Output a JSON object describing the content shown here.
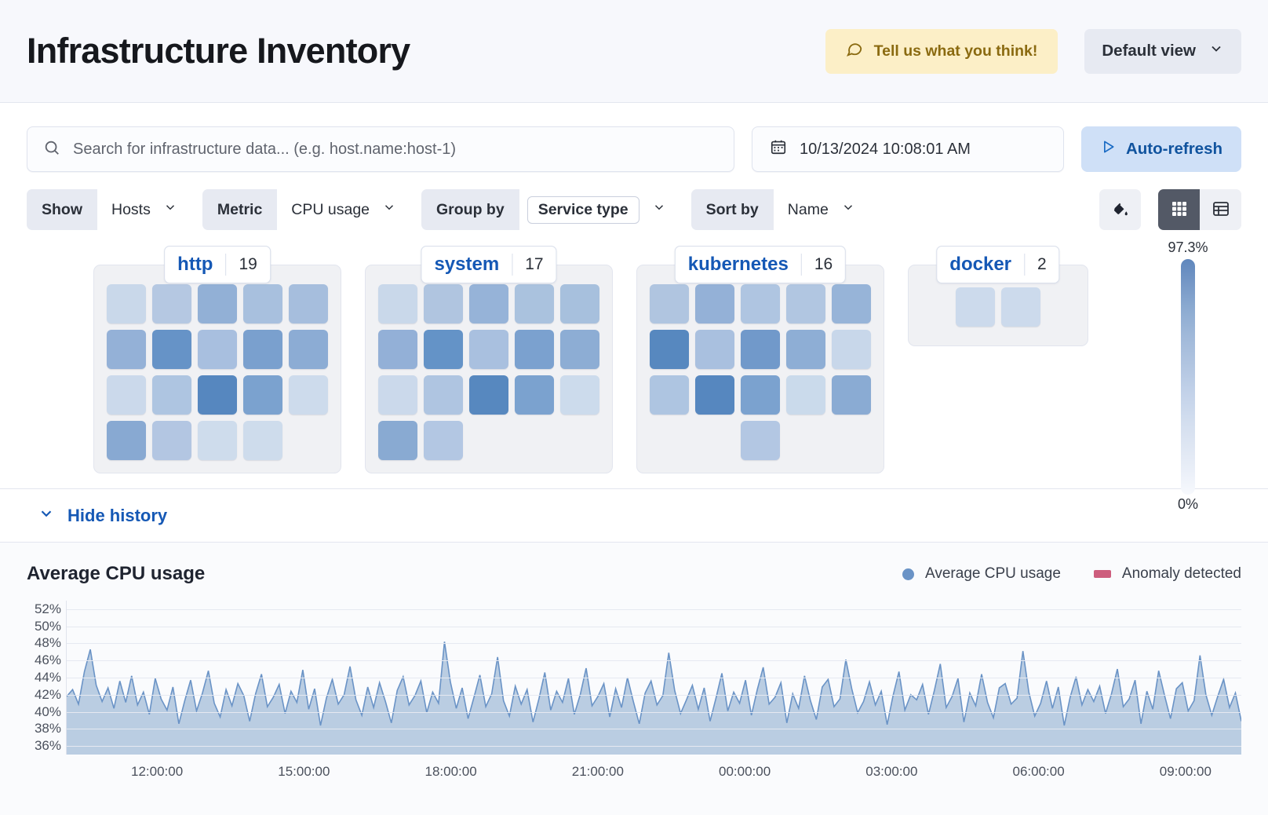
{
  "header": {
    "title": "Infrastructure Inventory",
    "feedback_label": "Tell us what you think!",
    "feedback_icon": "comment-icon",
    "view_label": "Default view",
    "view_icon": "chevron-down-icon",
    "feedback_bg": "#fcefc7",
    "feedback_fg": "#8a6a10"
  },
  "search": {
    "placeholder": "Search for infrastructure data... (e.g. host.name:host-1)",
    "value": "",
    "icon": "search-icon"
  },
  "datepicker": {
    "value": "10/13/2024 10:08:01 AM",
    "icon": "calendar-icon"
  },
  "refresh": {
    "label": "Auto-refresh",
    "icon": "play-icon",
    "bg": "#cfe0f7",
    "fg": "#10539e"
  },
  "filters": [
    {
      "label": "Show",
      "value": "Hosts",
      "boxed": false,
      "icon": "chevron-down-icon"
    },
    {
      "label": "Metric",
      "value": "CPU usage",
      "boxed": false,
      "icon": "chevron-down-icon"
    },
    {
      "label": "Group by",
      "value": "Service type",
      "boxed": true,
      "icon": "chevron-down-icon"
    },
    {
      "label": "Sort by",
      "value": "Name",
      "boxed": false,
      "icon": "chevron-down-icon"
    }
  ],
  "view_tools": {
    "palette_icon": "paint-bucket-icon",
    "grid_icon": "grid-view-icon",
    "table_icon": "table-view-icon",
    "active_view": "grid"
  },
  "legend_scale": {
    "max": "97.3%",
    "min": "0%"
  },
  "groups": [
    {
      "name": "http",
      "count": "19",
      "cells": [
        "#c9d8ea",
        "#b5c8e2",
        "#92b0d6",
        "#a8c0de",
        "#a6bedd",
        "#94b1d7",
        "#6693c7",
        "#a8bfdf",
        "#7aa0ce",
        "#8cacd4",
        "#cbd9eb",
        "#aec5e1",
        "#5687bf",
        "#7ba2cf",
        "#cddbec",
        "#88a9d2",
        "#b3c6e2",
        "#cedcec",
        "#cedcec"
      ],
      "columns": 5
    },
    {
      "name": "system",
      "count": "17",
      "cells": [
        "#c9d8ea",
        "#b0c5e0",
        "#96b3d8",
        "#aac2de",
        "#a7c0dd",
        "#93b0d7",
        "#6493c7",
        "#a9c0df",
        "#7ba1cf",
        "#8dadd4",
        "#cbd9eb",
        "#afc5e1",
        "#5788bf",
        "#7ba2cf",
        "#ccdbec",
        "#89aad2",
        "#b3c7e3"
      ],
      "columns": 5
    },
    {
      "name": "kubernetes",
      "count": "16",
      "cells": [
        "#b0c5e0",
        "#94b1d7",
        "#afc5e1",
        "#b1c6e1",
        "#97b4d8",
        "#5788bf",
        "#a9c0df",
        "#7199ca",
        "#8eaed5",
        "#c8d7ea",
        "#aec5e1",
        "#5687bf",
        "#7ba2cf",
        "#cadaeb",
        "#8aabd3",
        "#b3c7e3"
      ],
      "columns": 5,
      "last_row_offset": 3
    },
    {
      "name": "docker",
      "count": "2",
      "cells": [
        "#ccdaec",
        "#ccdaec"
      ],
      "columns": 2
    }
  ],
  "history_toggle": {
    "label": "Hide history",
    "icon": "chevron-down-icon"
  },
  "chart_data": {
    "type": "area",
    "title": "Average CPU usage",
    "xlabel": "",
    "ylabel": "",
    "ylim": [
      35,
      53
    ],
    "ytick_labels": [
      "52%",
      "50%",
      "48%",
      "46%",
      "44%",
      "42%",
      "40%",
      "38%",
      "36%"
    ],
    "ytick_values": [
      52,
      50,
      48,
      46,
      44,
      42,
      40,
      38,
      36
    ],
    "xtick_labels": [
      "12:00:00",
      "15:00:00",
      "18:00:00",
      "21:00:00",
      "00:00:00",
      "03:00:00",
      "06:00:00",
      "09:00:00"
    ],
    "grid": true,
    "legend_position": "top-right",
    "series": [
      {
        "name": "Average CPU usage",
        "color": "#6a93c6",
        "fill": "#aec4dd",
        "values": [
          41.8,
          42.6,
          40.9,
          44.7,
          47.3,
          43.1,
          41.2,
          42.8,
          40.4,
          43.6,
          41.1,
          44.2,
          40.8,
          42.3,
          39.7,
          43.9,
          41.5,
          40.2,
          42.9,
          38.6,
          41.3,
          43.7,
          40.1,
          42.2,
          44.8,
          41.0,
          39.4,
          42.6,
          40.7,
          43.3,
          41.9,
          38.9,
          42.1,
          44.4,
          40.6,
          41.7,
          43.2,
          39.8,
          42.4,
          41.1,
          44.9,
          40.3,
          42.7,
          38.4,
          41.6,
          43.8,
          40.9,
          42.0,
          45.3,
          41.4,
          39.6,
          42.9,
          40.5,
          43.4,
          41.2,
          38.7,
          42.5,
          44.1,
          40.8,
          41.9,
          43.6,
          39.9,
          42.3,
          41.0,
          48.2,
          43.5,
          40.4,
          42.8,
          39.2,
          41.7,
          44.3,
          40.6,
          42.1,
          46.4,
          41.3,
          39.5,
          43.0,
          40.9,
          42.6,
          38.8,
          41.5,
          44.6,
          40.2,
          42.4,
          41.1,
          43.9,
          39.7,
          42.0,
          45.1,
          40.7,
          41.8,
          43.3,
          39.4,
          42.7,
          40.5,
          44.0,
          41.2,
          38.6,
          42.2,
          43.6,
          40.8,
          41.9,
          46.9,
          42.5,
          39.8,
          41.4,
          43.1,
          40.3,
          42.8,
          38.9,
          41.6,
          44.5,
          40.1,
          42.3,
          41.0,
          43.7,
          39.6,
          42.6,
          45.2,
          40.9,
          41.7,
          43.4,
          38.7,
          42.1,
          40.4,
          44.2,
          41.3,
          39.1,
          42.9,
          43.8,
          40.6,
          41.5,
          46.1,
          42.7,
          39.9,
          41.2,
          43.5,
          40.8,
          42.4,
          38.5,
          41.9,
          44.7,
          40.2,
          42.0,
          41.4,
          43.2,
          39.7,
          42.5,
          45.6,
          40.5,
          41.8,
          43.9,
          38.8,
          42.2,
          40.7,
          44.4,
          41.1,
          39.3,
          42.8,
          43.3,
          40.9,
          41.6,
          47.1,
          42.3,
          39.5,
          41.0,
          43.6,
          40.4,
          42.9,
          38.4,
          41.7,
          44.1,
          40.8,
          42.6,
          41.2,
          43.0,
          39.8,
          42.1,
          45.0,
          40.6,
          41.5,
          43.7,
          38.6,
          42.4,
          40.3,
          44.8,
          41.9,
          39.2,
          42.7,
          43.4,
          40.1,
          41.3,
          46.6,
          42.0,
          39.6,
          41.8,
          43.8,
          40.5,
          42.2,
          38.9
        ]
      },
      {
        "name": "Anomaly detected",
        "color": "#cd5d7d",
        "values": []
      }
    ]
  }
}
